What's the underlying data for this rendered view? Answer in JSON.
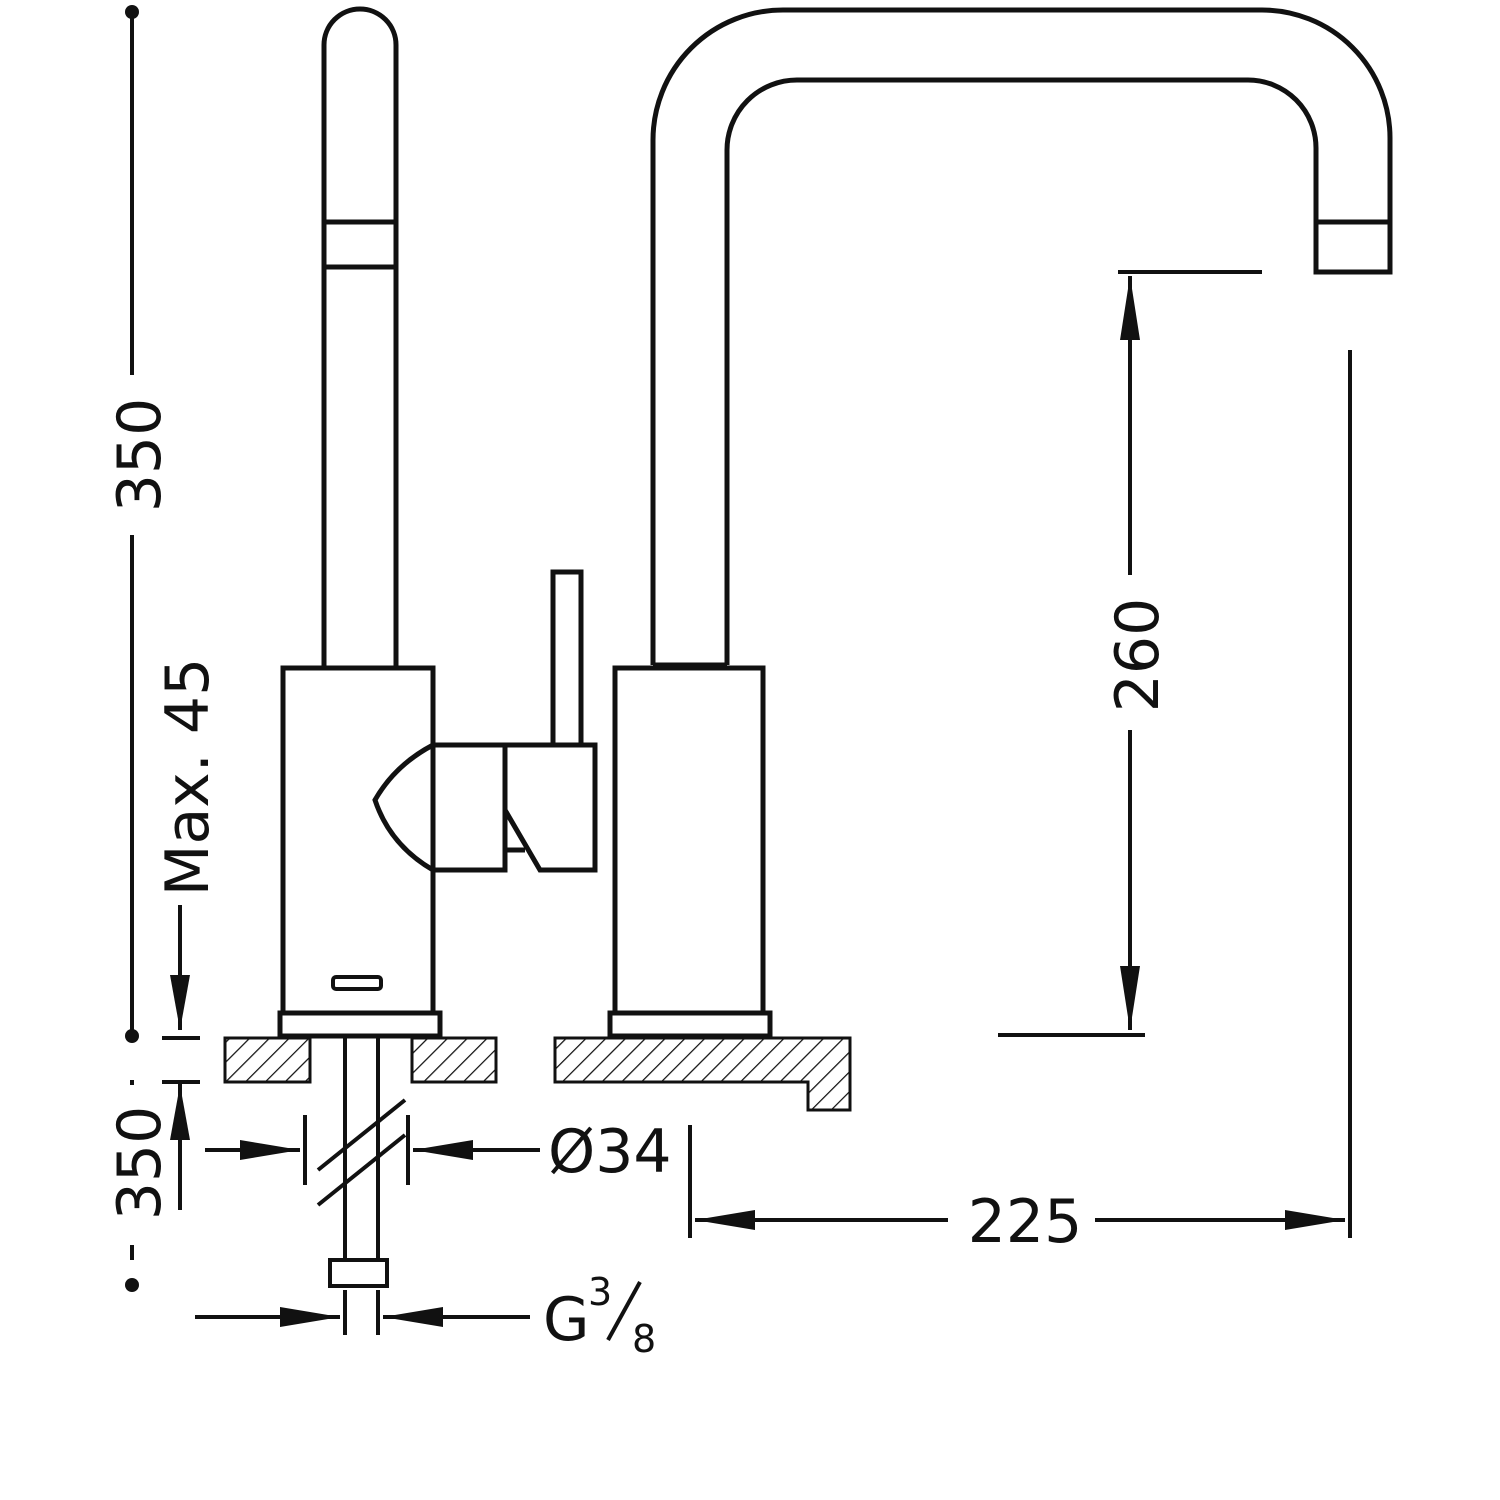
{
  "dimensions": {
    "overall_height": "350",
    "spout_height": "260",
    "spout_reach": "225",
    "max_thickness": "Max. 45",
    "hose_length": "350",
    "hole_diameter": "Ø34",
    "connection_prefix": "G",
    "connection_num": "3",
    "connection_den": "8"
  }
}
